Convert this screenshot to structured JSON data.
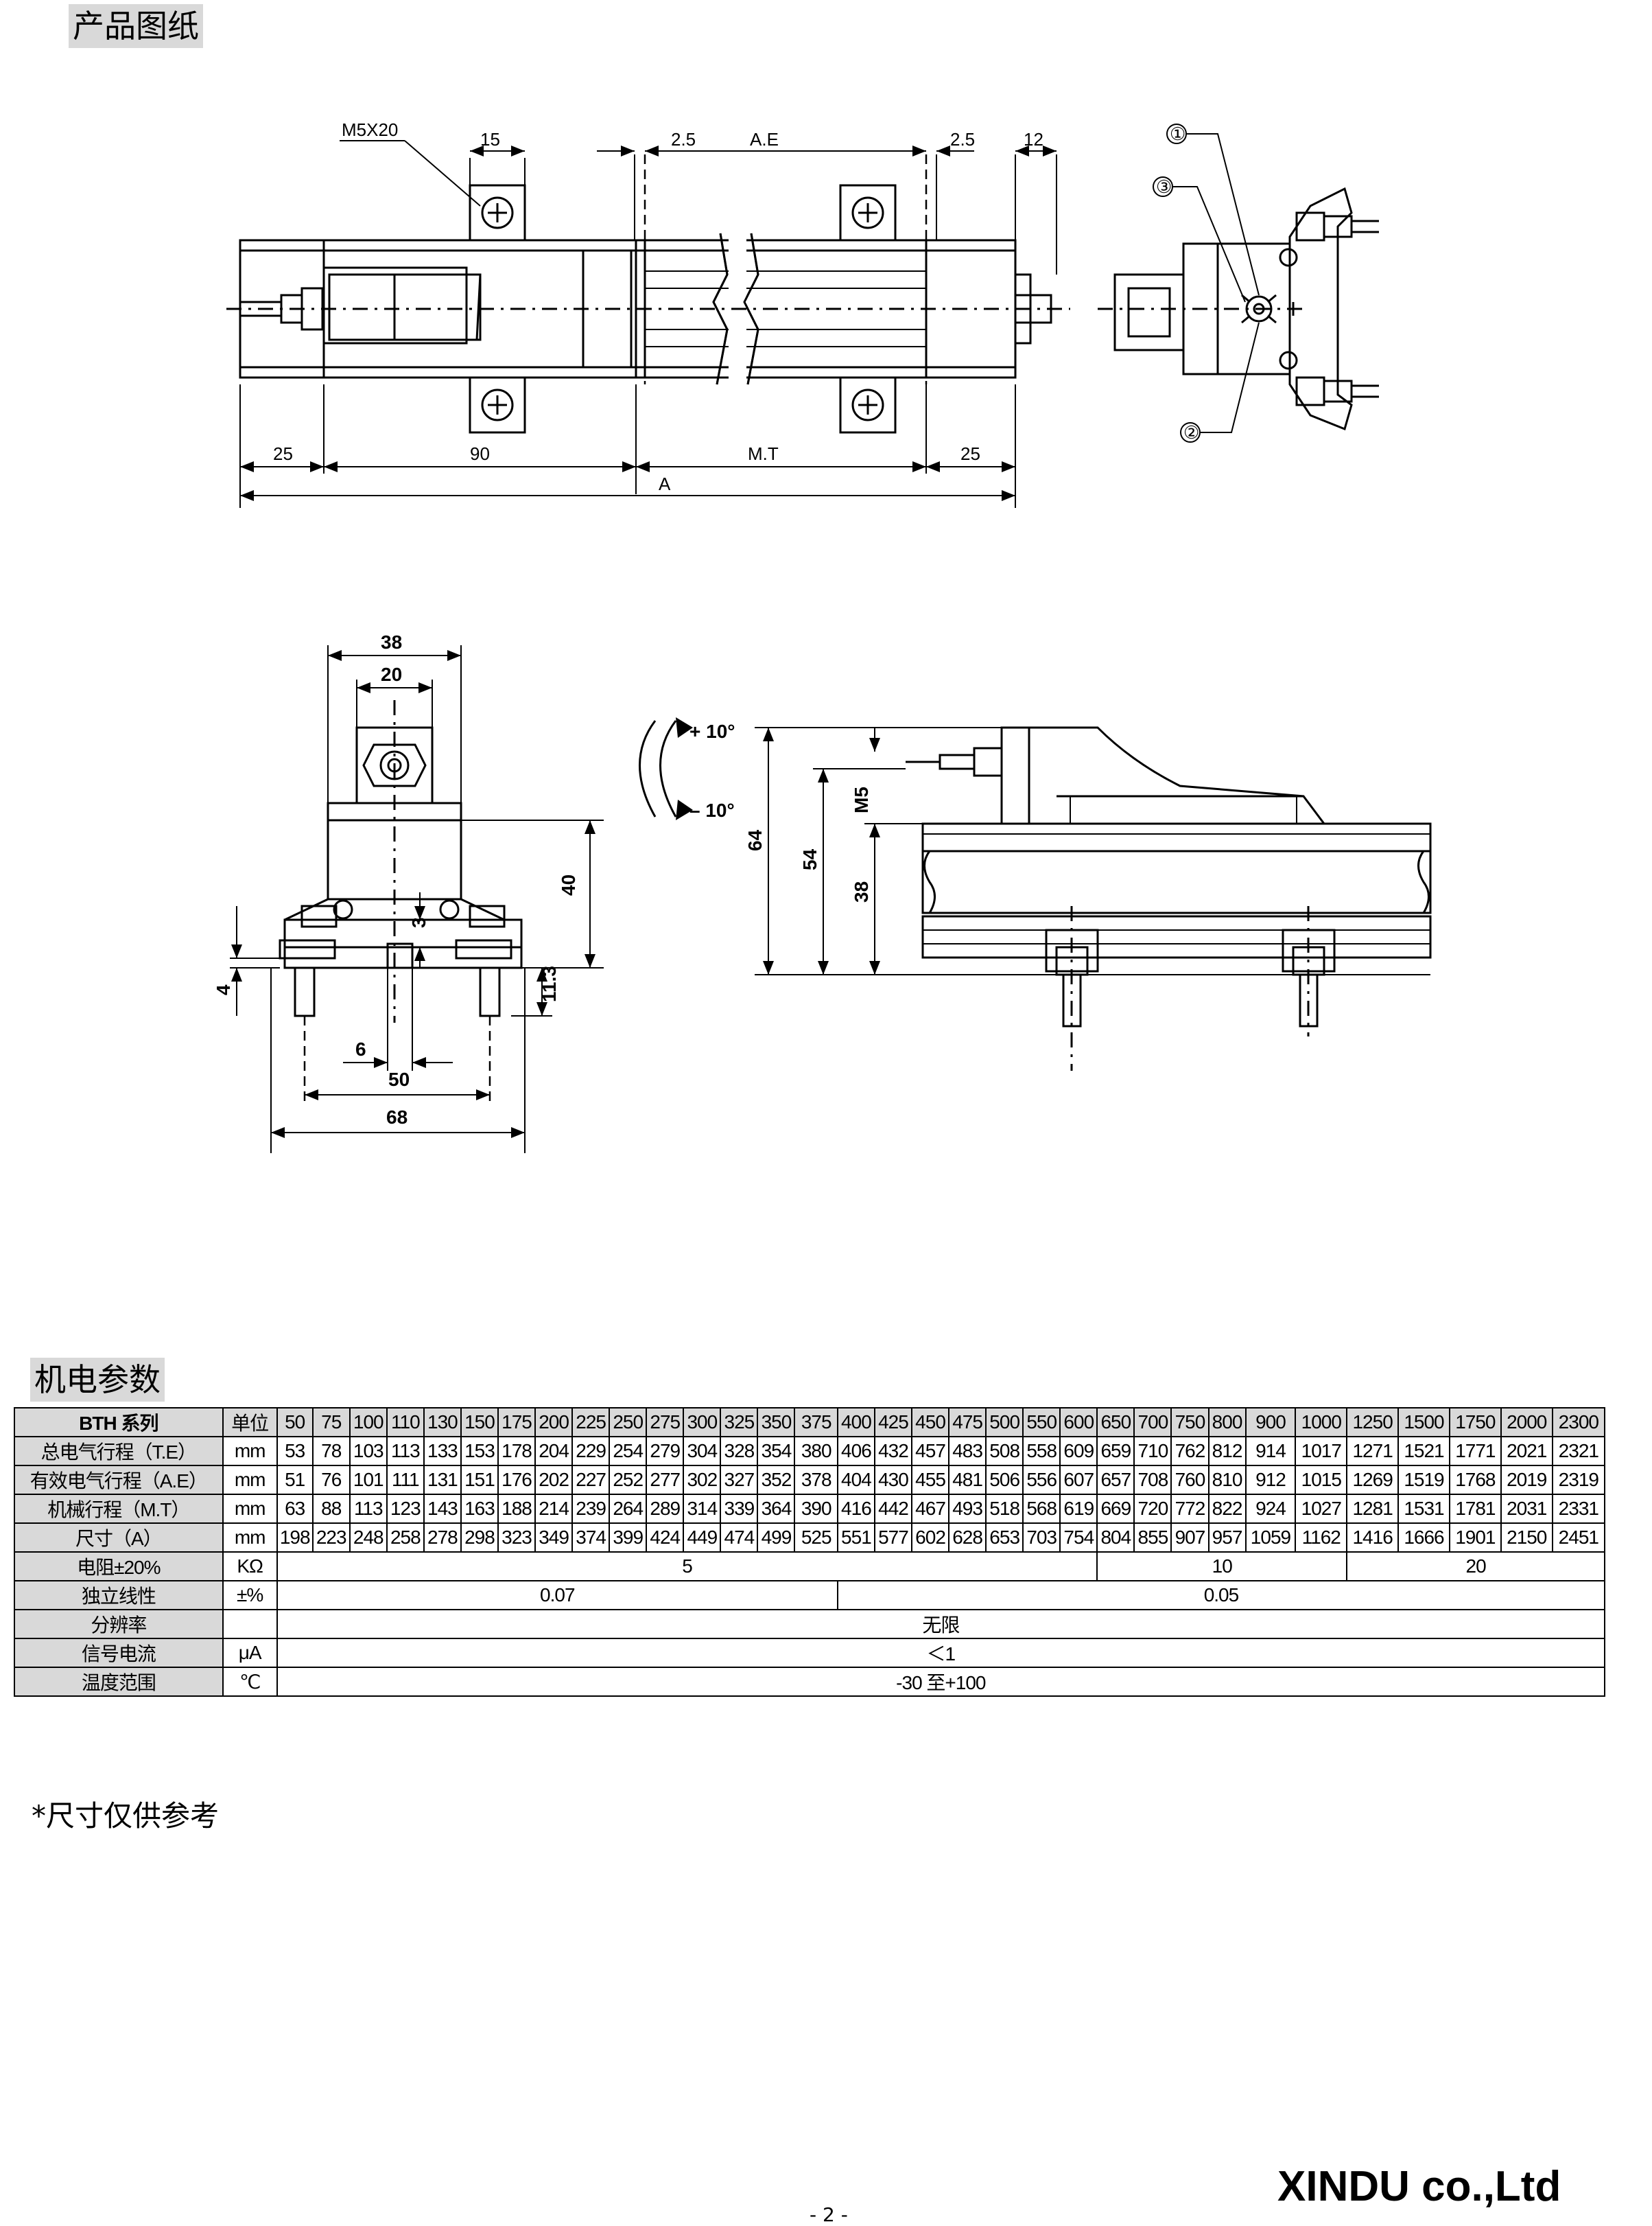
{
  "section1_title": "产品图纸",
  "section2_title": "机电参数",
  "drawing1": {
    "m5x20": "M5X20",
    "d15": "15",
    "d25a": "2.5",
    "ae": "A.E",
    "d25b": "2.5",
    "d12": "12",
    "d25l": "25",
    "d90": "90",
    "mt": "M.T",
    "d25r": "25",
    "a": "A",
    "c1": "①",
    "c2": "②",
    "c3": "③"
  },
  "drawing2": {
    "d38": "38",
    "d20": "20",
    "d40": "40",
    "d3": "3",
    "d4": "4",
    "d113": "11.3",
    "d6": "6",
    "d50": "50",
    "d68": "68"
  },
  "drawing3": {
    "p10": "+ 10°",
    "m10": "– 10°",
    "d64": "64",
    "d54": "54",
    "m5": "M5",
    "d38": "38"
  },
  "table": {
    "header_label": "BTH 系列",
    "header_unit": "单位",
    "strokes": [
      "50",
      "75",
      "100",
      "110",
      "130",
      "150",
      "175",
      "200",
      "225",
      "250",
      "275",
      "300",
      "325",
      "350",
      "375",
      "400",
      "425",
      "450",
      "475",
      "500",
      "550",
      "600",
      "650",
      "700",
      "750",
      "800",
      "900",
      "1000",
      "1250",
      "1500",
      "1750",
      "2000",
      "2300"
    ],
    "rows": [
      {
        "label": "总电气行程（T.E）",
        "unit": "mm",
        "values": [
          "53",
          "78",
          "103",
          "113",
          "133",
          "153",
          "178",
          "204",
          "229",
          "254",
          "279",
          "304",
          "328",
          "354",
          "380",
          "406",
          "432",
          "457",
          "483",
          "508",
          "558",
          "609",
          "659",
          "710",
          "762",
          "812",
          "914",
          "1017",
          "1271",
          "1521",
          "1771",
          "2021",
          "2321"
        ]
      },
      {
        "label": "有效电气行程（A.E）",
        "unit": "mm",
        "values": [
          "51",
          "76",
          "101",
          "111",
          "131",
          "151",
          "176",
          "202",
          "227",
          "252",
          "277",
          "302",
          "327",
          "352",
          "378",
          "404",
          "430",
          "455",
          "481",
          "506",
          "556",
          "607",
          "657",
          "708",
          "760",
          "810",
          "912",
          "1015",
          "1269",
          "1519",
          "1768",
          "2019",
          "2319"
        ]
      },
      {
        "label": "机械行程（M.T）",
        "unit": "mm",
        "values": [
          "63",
          "88",
          "113",
          "123",
          "143",
          "163",
          "188",
          "214",
          "239",
          "264",
          "289",
          "314",
          "339",
          "364",
          "390",
          "416",
          "442",
          "467",
          "493",
          "518",
          "568",
          "619",
          "669",
          "720",
          "772",
          "822",
          "924",
          "1027",
          "1281",
          "1531",
          "1781",
          "2031",
          "2331"
        ]
      },
      {
        "label": "尺寸（A）",
        "unit": "mm",
        "values": [
          "198",
          "223",
          "248",
          "258",
          "278",
          "298",
          "323",
          "349",
          "374",
          "399",
          "424",
          "449",
          "474",
          "499",
          "525",
          "551",
          "577",
          "602",
          "628",
          "653",
          "703",
          "754",
          "804",
          "855",
          "907",
          "957",
          "1059",
          "1162",
          "1416",
          "1666",
          "1901",
          "2150",
          "2451"
        ]
      }
    ],
    "resistance": {
      "label": "电阻±20%",
      "unit": "KΩ",
      "v1": "5",
      "v2": "10",
      "v3": "20"
    },
    "linearity": {
      "label": "独立线性",
      "unit": "±%",
      "v1": "0.07",
      "v2": "0.05"
    },
    "resolution": {
      "label": "分辨率",
      "unit": "",
      "v": "无限"
    },
    "current": {
      "label": "信号电流",
      "unit": "μA",
      "v": "＜1"
    },
    "temperature": {
      "label": "温度范围",
      "unit": "℃",
      "v": "-30 至+100"
    }
  },
  "note": "*尺寸仅供参考",
  "page_number": "- 2 -",
  "brand": "XINDU co.,Ltd"
}
